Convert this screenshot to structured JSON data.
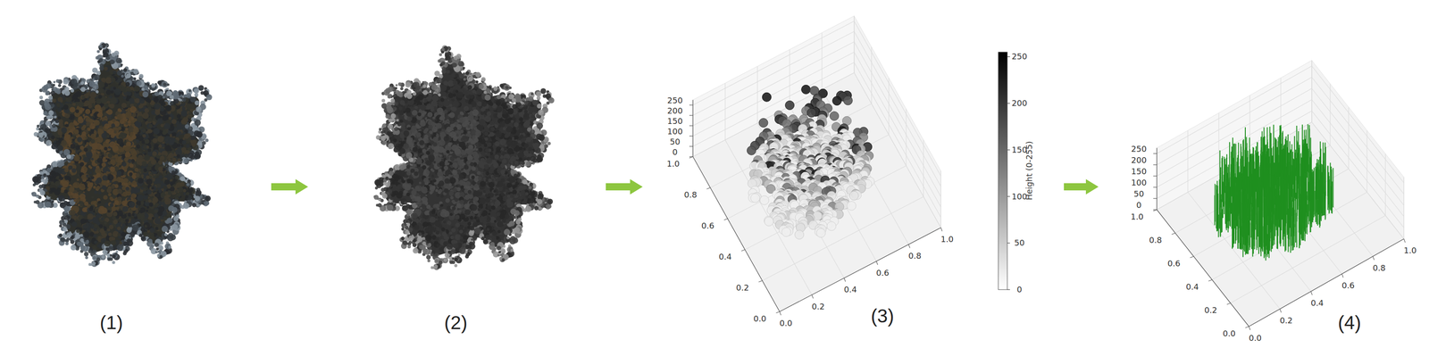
{
  "diagram": {
    "nodes": [
      {
        "text": [
          "(1)"
        ]
      },
      {
        "text": [
          "(2)"
        ]
      },
      {
        "text": [
          "(3)"
        ]
      },
      {
        "text": [
          "(4)"
        ]
      }
    ],
    "edges": [
      {
        "from": 0,
        "to": 1,
        "arrow": "to"
      },
      {
        "from": 1,
        "to": 2,
        "arrow": "to"
      },
      {
        "from": 2,
        "to": 3,
        "arrow": "to"
      }
    ],
    "labels": [
      "250",
      "200",
      "150",
      "100",
      "50",
      "0",
      "1.0",
      "0.8",
      "0.6",
      "0.4",
      "0.2",
      "0.0",
      "0.0",
      "0.2",
      "0.4",
      "0.6",
      "0.8",
      "1.0",
      "250",
      "200",
      "150",
      "100",
      "50",
      "0",
      "Height (0-255)",
      "250",
      "200",
      "150",
      "100",
      "50",
      "0",
      "1.0",
      "0.8",
      "0.6",
      "0.4",
      "0.2",
      "0.0",
      "0.0",
      "0.2",
      "0.4",
      "0.6",
      "0.8",
      "1.0"
    ]
  }
}
